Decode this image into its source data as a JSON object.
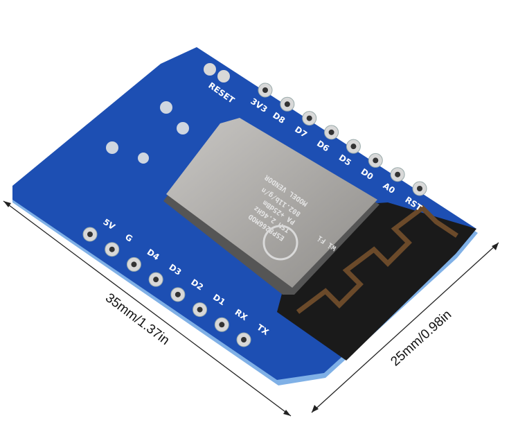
{
  "dimensions": {
    "length": "35mm/1.37in",
    "width": "25mm/0.98in"
  },
  "board": {
    "top_pins": [
      "RST",
      "A0",
      "D0",
      "D5",
      "D6",
      "D7",
      "D8",
      "3V3"
    ],
    "bottom_pins": [
      "5V",
      "G",
      "D4",
      "D3",
      "D2",
      "D1",
      "RX",
      "TX"
    ],
    "reset_label": "RESET",
    "module": {
      "model": "ESP8266MOD",
      "band": "ISM 2.4GHz",
      "power": "PA +25dBm",
      "standard": "802.11b/g/n",
      "vendor_label": "MODEL VENDOR",
      "wifi_logo": "Wi Fi"
    },
    "colors": {
      "pcb": "#1d4fb3",
      "pcb_edge": "#7fb0e6",
      "shield": "#a8a6a3",
      "antenna": "#1a1a1a",
      "pad": "#d8d8d8"
    }
  }
}
